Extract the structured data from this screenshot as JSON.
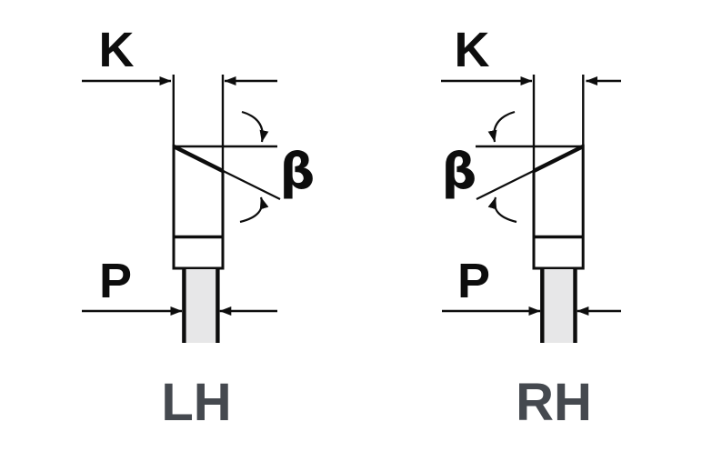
{
  "diagram": {
    "type": "saw-tooth-grind-geometry",
    "background_color": "#ffffff",
    "colors": {
      "line": "#0d0d0d",
      "tooth_fill": "#6d6e71",
      "plate_fill": "#e7e7e8",
      "dimension_label": "#0d0d0d",
      "variant_label": "#45494f"
    },
    "figures": [
      {
        "variant": "LH",
        "kerf_dim": "K",
        "plate_dim": "P",
        "bevel_angle": "β",
        "orientation": "left-hand bevel (high point on left)"
      },
      {
        "variant": "RH",
        "kerf_dim": "K",
        "plate_dim": "P",
        "bevel_angle": "β",
        "orientation": "right-hand bevel (high point on right)"
      }
    ]
  }
}
